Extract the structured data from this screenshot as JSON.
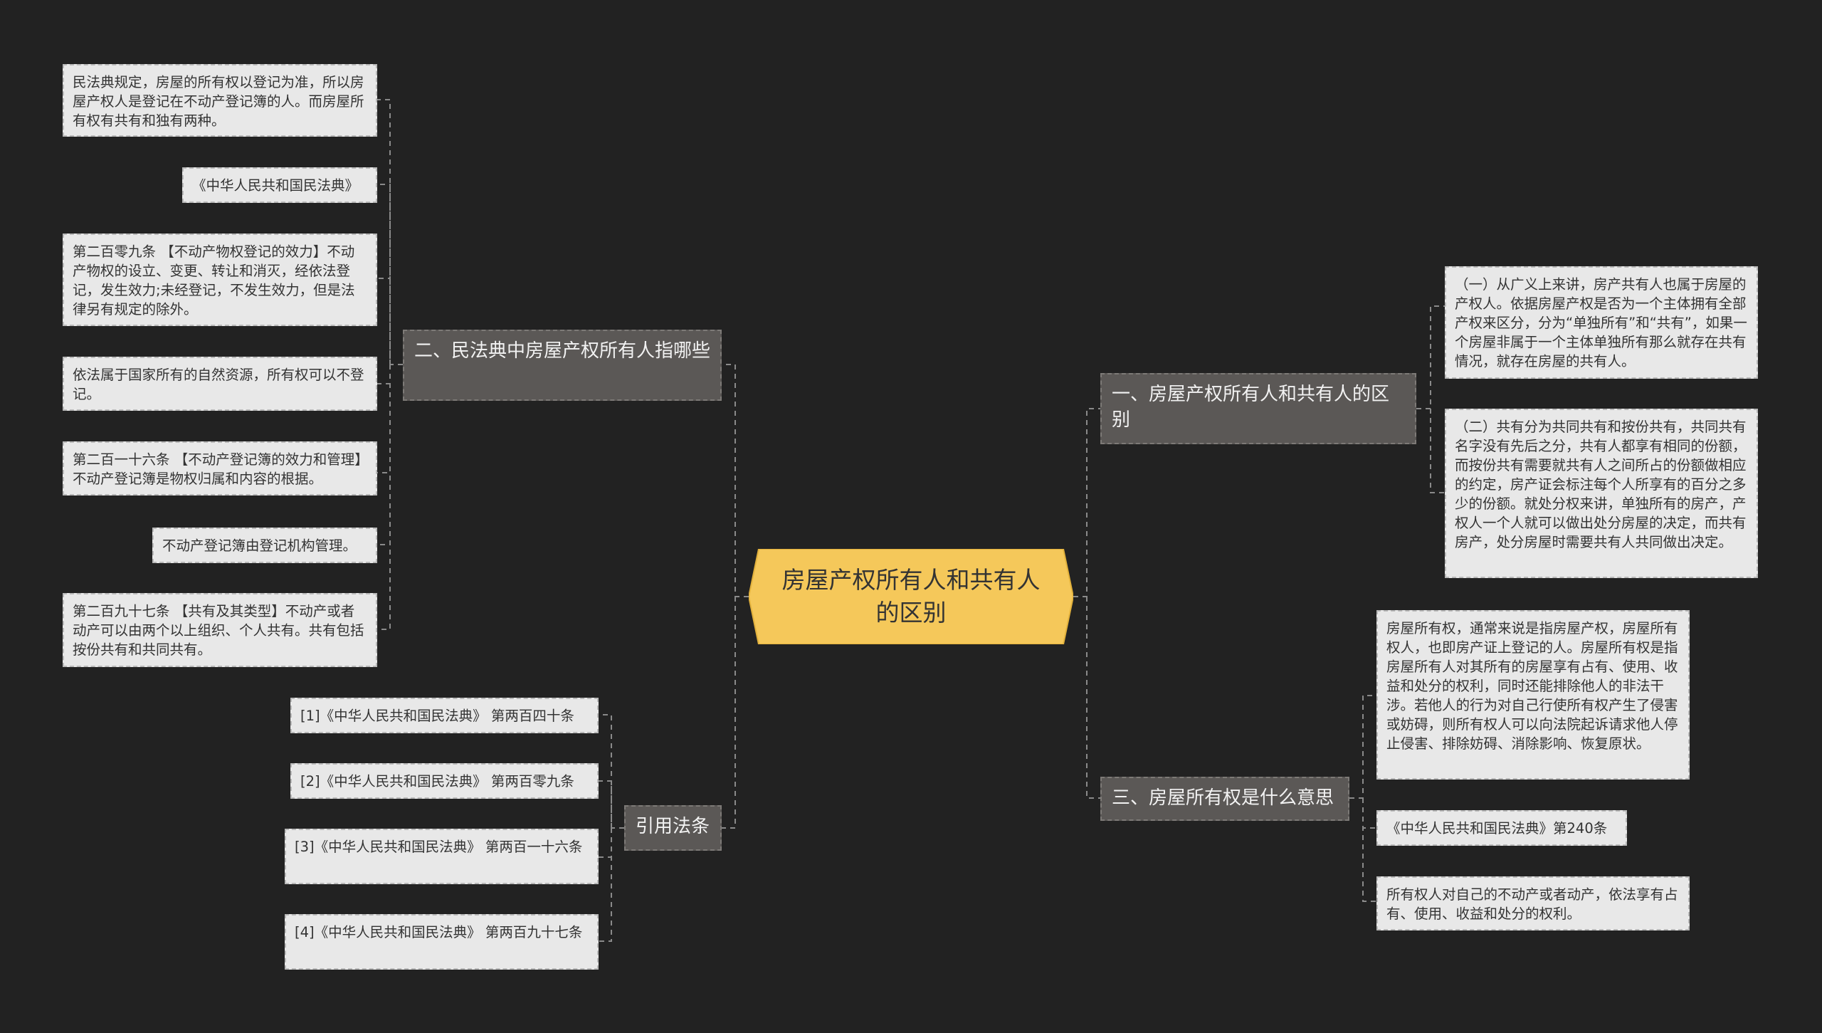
{
  "root": {
    "label": "房屋产权所有人和共有人的区别"
  },
  "branches": {
    "b1": {
      "label": "一、房屋产权所有人和共有人的区别",
      "leaves": [
        "（一）从广义上来讲，房产共有人也属于房屋的产权人。依据房屋产权是否为一个主体拥有全部产权来区分，分为“单独所有”和“共有”，如果一个房屋非属于一个主体单独所有那么就存在共有情况，就存在房屋的共有人。",
        "（二）共有分为共同共有和按份共有，共同共有名字没有先后之分，共有人都享有相同的份额，而按份共有需要就共有人之间所占的份额做相应的约定，房产证会标注每个人所享有的百分之多少的份额。就处分权来讲，单独所有的房产，产权人一个人就可以做出处分房屋的决定，而共有房产，处分房屋时需要共有人共同做出决定。"
      ]
    },
    "b2": {
      "label": "二、民法典中房屋产权所有人指哪些",
      "leaves": [
        "民法典规定，房屋的所有权以登记为准，所以房屋产权人是登记在不动产登记簿的人。而房屋所有权有共有和独有两种。",
        "《中华人民共和国民法典》",
        "第二百零九条 【不动产物权登记的效力】不动产物权的设立、变更、转让和消灭，经依法登记，发生效力;未经登记，不发生效力，但是法律另有规定的除外。",
        "依法属于国家所有的自然资源，所有权可以不登记。",
        "第二百一十六条 【不动产登记簿的效力和管理】不动产登记簿是物权归属和内容的根据。",
        "不动产登记簿由登记机构管理。",
        "第二百九十七条 【共有及其类型】不动产或者动产可以由两个以上组织、个人共有。共有包括按份共有和共同共有。"
      ]
    },
    "b3": {
      "label": "三、房屋所有权是什么意思",
      "leaves": [
        "房屋所有权，通常来说是指房屋产权，房屋所有权人，也即房产证上登记的人。房屋所有权是指房屋所有人对其所有的房屋享有占有、使用、收益和处分的权利，同时还能排除他人的非法干涉。若他人的行为对自己行使所有权产生了侵害或妨碍，则所有权人可以向法院起诉请求他人停止侵害、排除妨碍、消除影响、恢复原状。",
        "《中华人民共和国民法典》第240条",
        "所有权人对自己的不动产或者动产，依法享有占有、使用、收益和处分的权利。"
      ]
    },
    "b4": {
      "label": "引用法条",
      "leaves": [
        "[1]《中华人民共和国民法典》 第两百四十条",
        "[2]《中华人民共和国民法典》 第两百零九条",
        "[3]《中华人民共和国民法典》 第两百一十六条",
        "[4]《中华人民共和国民法典》 第两百九十七条"
      ]
    }
  },
  "colors": {
    "background": "#222222",
    "root_fill": "#f5c85a",
    "branch_fill": "#5b5856",
    "leaf_fill": "#e8e8e8",
    "connector": "#8a8a8a"
  }
}
